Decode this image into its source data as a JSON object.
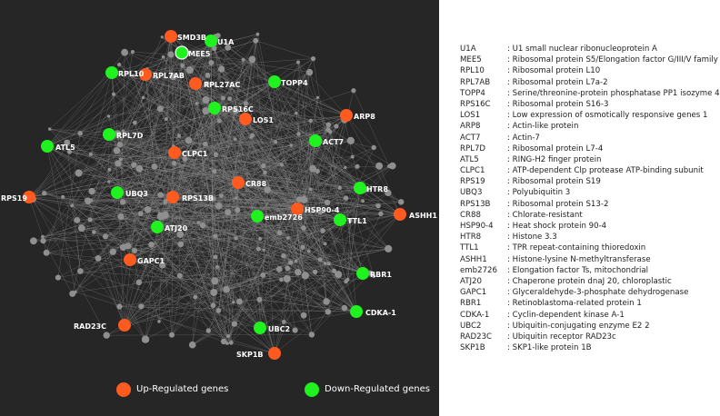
{
  "colors": {
    "background": "#262626",
    "up": "#ff5a1f",
    "down": "#1ff21f",
    "minor_node": "#8f8f8f",
    "edge": "#8a8a8a",
    "label": "#ffffff"
  },
  "legend": {
    "up_label": "Up-Regulated genes",
    "down_label": "Down-Regulated genes"
  },
  "hub_genes": [
    {
      "id": "SMD3B",
      "type": "up"
    },
    {
      "id": "U1A",
      "type": "down"
    },
    {
      "id": "MEE5",
      "type": "down"
    },
    {
      "id": "RPL10",
      "type": "down"
    },
    {
      "id": "RPL7AB",
      "type": "up"
    },
    {
      "id": "RPL27AC",
      "type": "up"
    },
    {
      "id": "TOPP4",
      "type": "down"
    },
    {
      "id": "RPS16C",
      "type": "down"
    },
    {
      "id": "LOS1",
      "type": "up"
    },
    {
      "id": "ARP8",
      "type": "up"
    },
    {
      "id": "ATL5",
      "type": "down"
    },
    {
      "id": "RPL7D",
      "type": "down"
    },
    {
      "id": "ACT7",
      "type": "down"
    },
    {
      "id": "CLPC1",
      "type": "up"
    },
    {
      "id": "CR88",
      "type": "up"
    },
    {
      "id": "HTR8",
      "type": "down"
    },
    {
      "id": "RPS19",
      "type": "up"
    },
    {
      "id": "UBQ3",
      "type": "down"
    },
    {
      "id": "RPS13B",
      "type": "up"
    },
    {
      "id": "HSP90-4",
      "type": "up"
    },
    {
      "id": "emb2726",
      "type": "down"
    },
    {
      "id": "TTL1",
      "type": "down"
    },
    {
      "id": "ASHH1",
      "type": "up"
    },
    {
      "id": "ATJ20",
      "type": "down"
    },
    {
      "id": "GAPC1",
      "type": "up"
    },
    {
      "id": "RBR1",
      "type": "down"
    },
    {
      "id": "CDKA-1",
      "type": "down"
    },
    {
      "id": "RAD23C",
      "type": "up"
    },
    {
      "id": "UBC2",
      "type": "down"
    },
    {
      "id": "SKP1B",
      "type": "up"
    }
  ],
  "gene_key": [
    {
      "code": "U1A",
      "desc": ": U1 small nuclear ribonucleoprotein A"
    },
    {
      "code": "MEE5",
      "desc": ": Ribosomal protein S5/Elongation factor G/III/V family"
    },
    {
      "code": "RPL10",
      "desc": ": Ribosomal protein L10"
    },
    {
      "code": "RPL7AB",
      "desc": ": Ribosomal protein L7a-2"
    },
    {
      "code": "TOPP4",
      "desc": ": Serine/threonine-protein phosphatase PP1 isozyme 4"
    },
    {
      "code": "RPS16C",
      "desc": ": Ribosomal protein S16-3"
    },
    {
      "code": "LOS1",
      "desc": ": Low expression of osmotically responsive genes 1"
    },
    {
      "code": "ARP8",
      "desc": ": Actin-like protein"
    },
    {
      "code": "ACT7",
      "desc": ": Actin-7"
    },
    {
      "code": "RPL7D",
      "desc": ": Ribosomal protein L7-4"
    },
    {
      "code": "ATL5",
      "desc": ": RING-H2 finger protein"
    },
    {
      "code": "CLPC1",
      "desc": ": ATP-dependent Clp protease ATP-binding subunit"
    },
    {
      "code": "RPS19",
      "desc": ": Ribosomal protein S19"
    },
    {
      "code": "UBQ3",
      "desc": ": Polyubiquitin 3"
    },
    {
      "code": "RPS13B",
      "desc": ": Ribosomal protein S13-2"
    },
    {
      "code": "CR88",
      "desc": ": Chlorate-resistant"
    },
    {
      "code": "HSP90-4",
      "desc": ": Heat shock protein 90-4"
    },
    {
      "code": "HTR8",
      "desc": ": Histone 3.3"
    },
    {
      "code": "TTL1",
      "desc": ": TPR repeat-containing thioredoxin"
    },
    {
      "code": "ASHH1",
      "desc": ": Histone-lysine N-methyltransferase"
    },
    {
      "code": "emb2726",
      "desc": ": Elongation factor Ts, mitochondrial"
    },
    {
      "code": "ATJ20",
      "desc": ": Chaperone protein dnaJ 20, chloroplastic"
    },
    {
      "code": "GAPC1",
      "desc": ": Glyceraldehyde-3-phosphate dehydrogenase"
    },
    {
      "code": "RBR1",
      "desc": ": Retinoblastoma-related protein 1"
    },
    {
      "code": "CDKA-1",
      "desc": ": Cyclin-dependent kinase A-1"
    },
    {
      "code": "UBC2",
      "desc": ": Ubiquitin-conjugating enzyme E2 2"
    },
    {
      "code": "RAD23C",
      "desc": ": Ubiquitin receptor RAD23c"
    },
    {
      "code": "SKP1B",
      "desc": ": SKP1-like protein 1B"
    }
  ]
}
